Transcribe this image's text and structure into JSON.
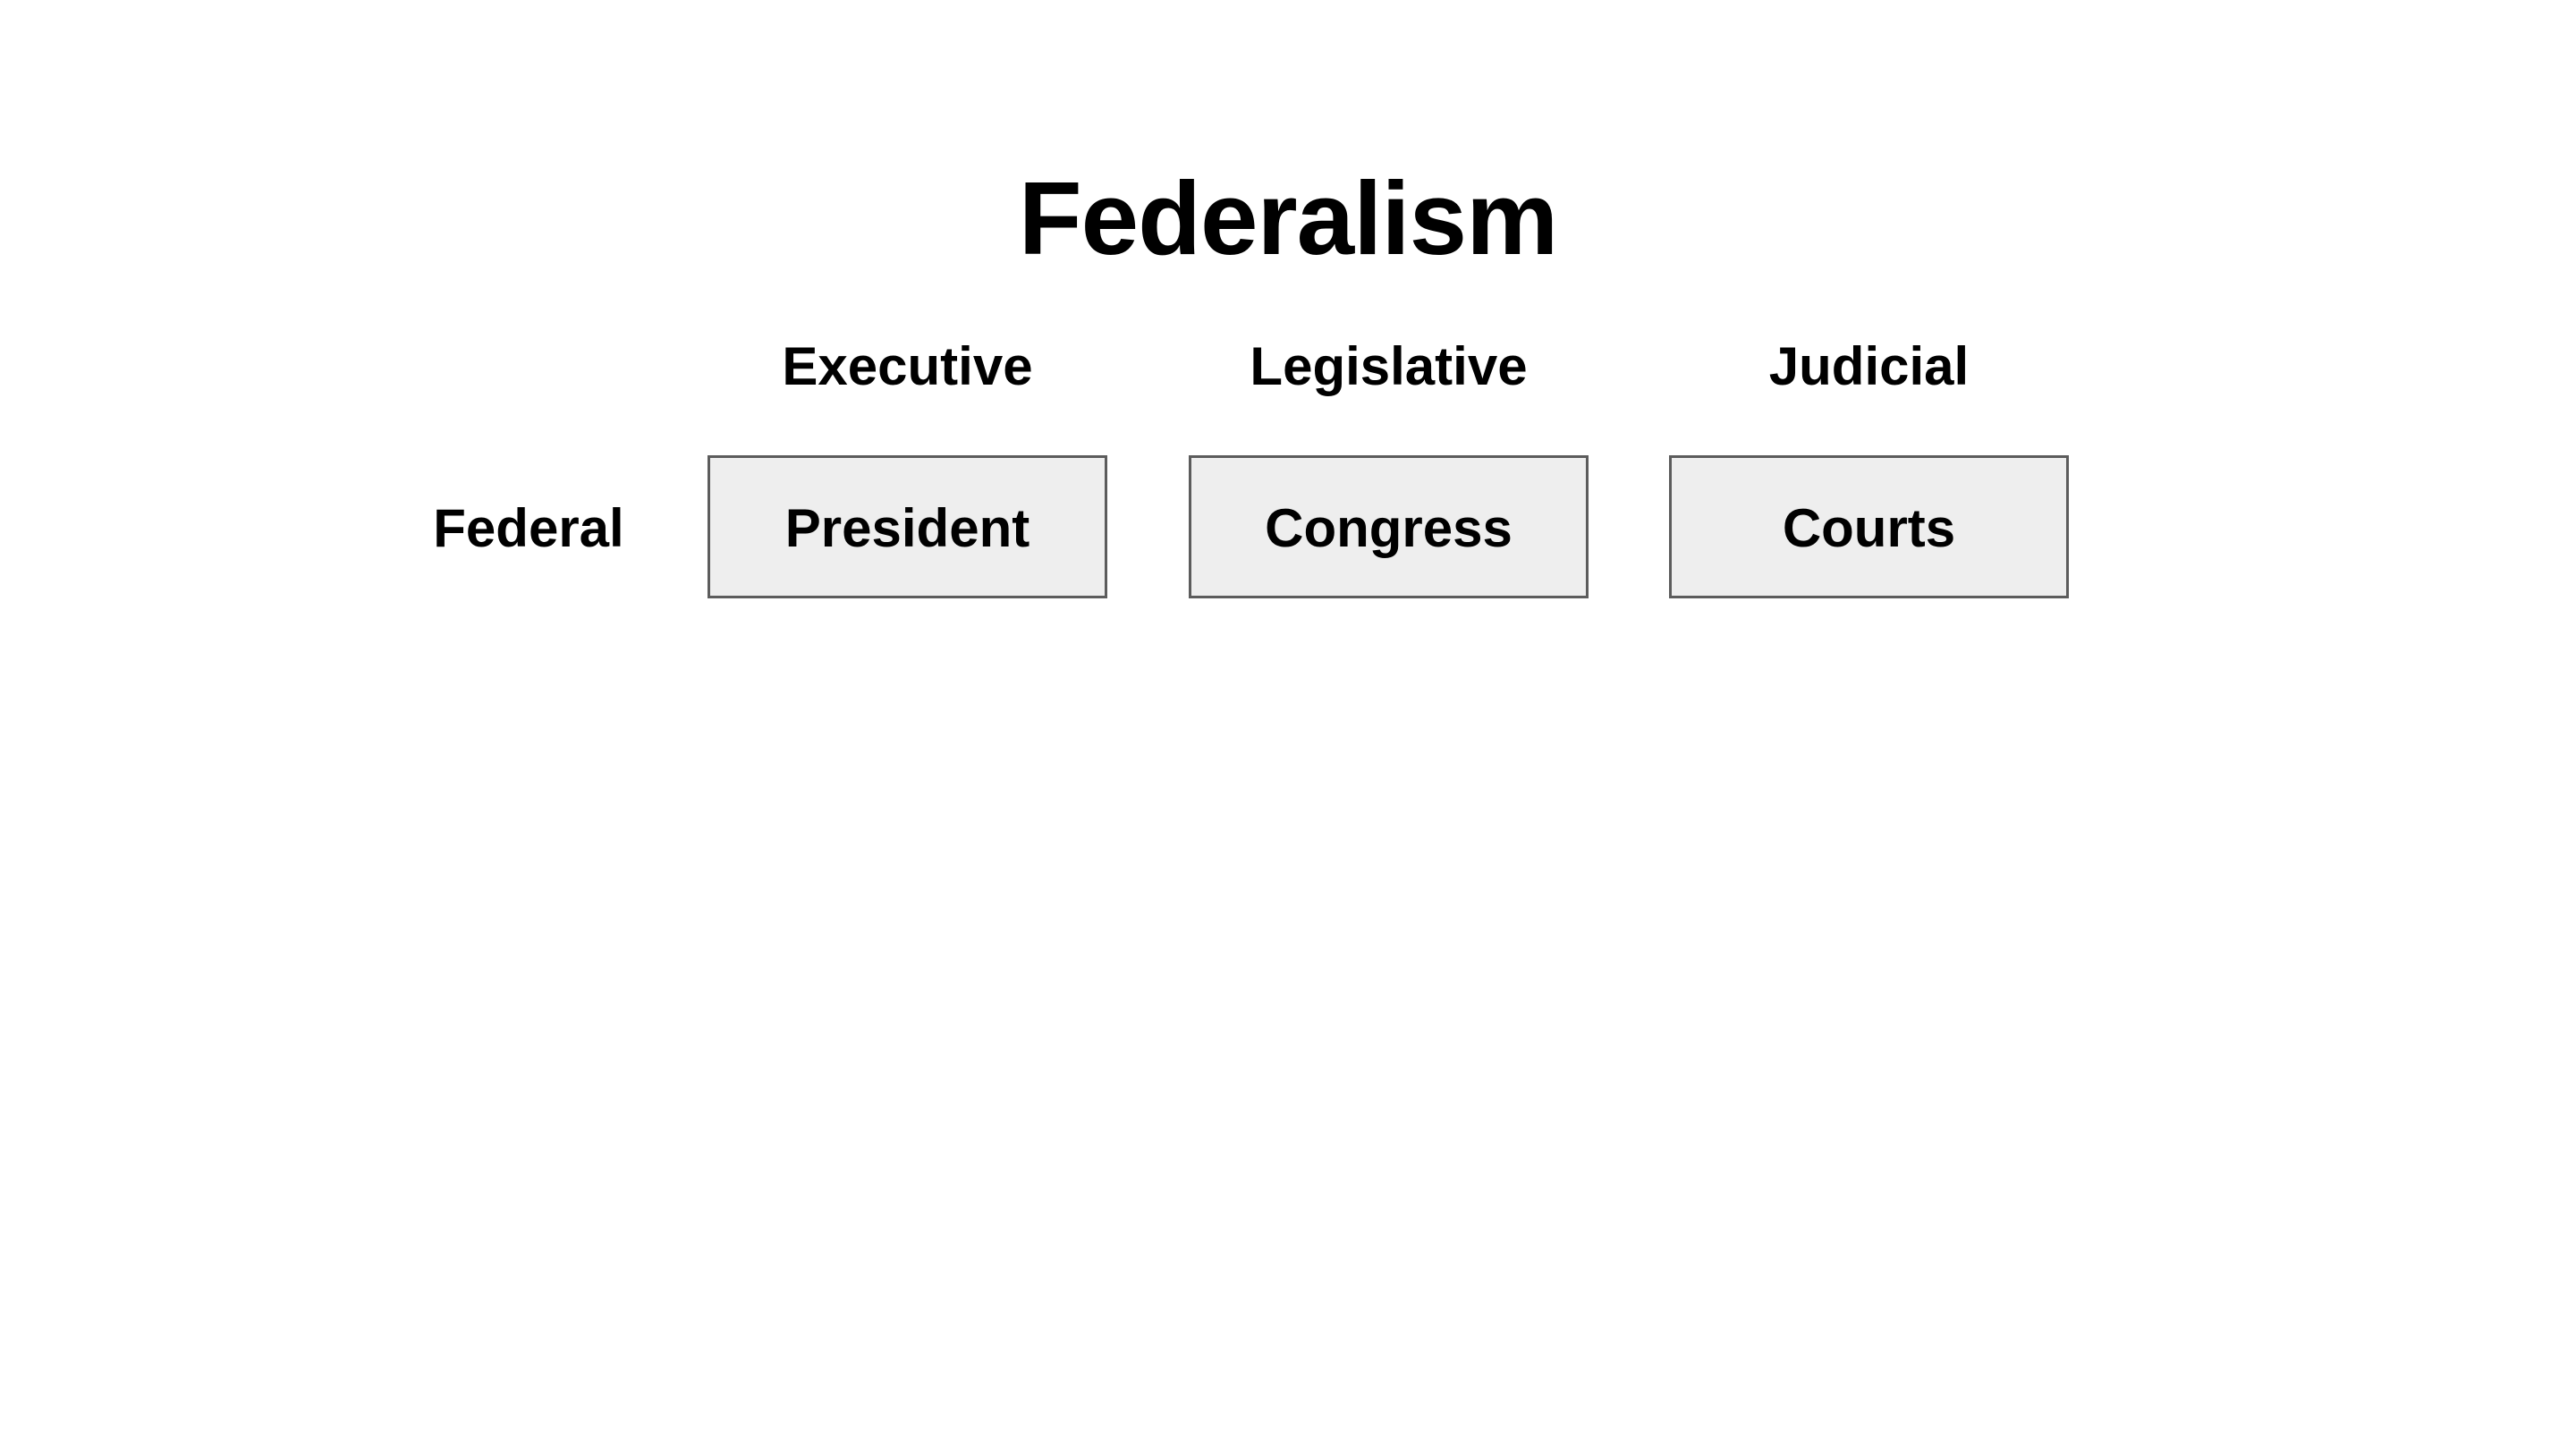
{
  "slide": {
    "title": "Federalism",
    "columns": [
      {
        "header": "Executive"
      },
      {
        "header": "Legislative"
      },
      {
        "header": "Judicial"
      }
    ],
    "rows": [
      {
        "label": "Federal",
        "cells": [
          "President",
          "Congress",
          "Courts"
        ]
      }
    ],
    "colors": {
      "background": "#ffffff",
      "text": "#000000",
      "box_fill": "#eeeeee",
      "box_border": "#5c5c5c"
    }
  }
}
